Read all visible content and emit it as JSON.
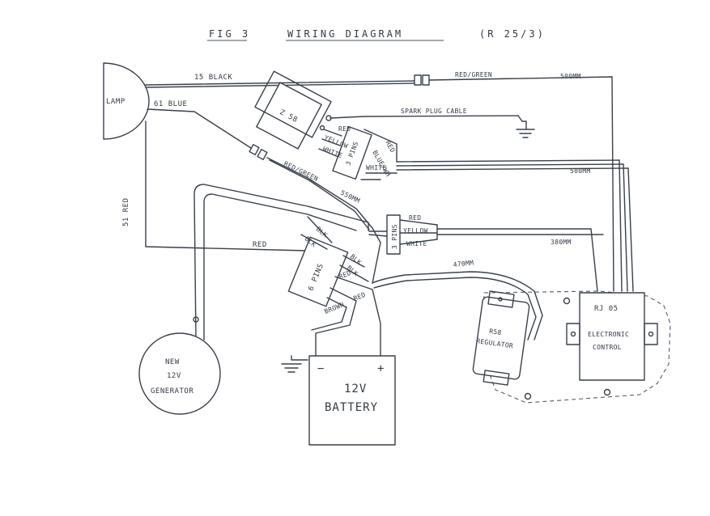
{
  "title": {
    "fig": "FIG 3",
    "main": "WIRING DIAGRAM",
    "model": "(R 25/3)"
  },
  "components": {
    "lamp": "LAMP",
    "z58": "Z 58",
    "generator": [
      "NEW",
      "12V",
      "GENERATOR"
    ],
    "battery": [
      "12V",
      "BATTERY"
    ],
    "battery_minus": "−",
    "battery_plus": "+",
    "regulator": [
      "R58",
      "REGULATOR"
    ],
    "control": [
      "RJ 05",
      "ELECTRONIC",
      "CONTROL"
    ],
    "conn_3pins_top": "3 PINS",
    "conn_3pins_mid": "3 PINS",
    "conn_6pins": "6 PINS"
  },
  "wires": {
    "black_15": "15 BLACK",
    "blue_61": "61 BLUE",
    "red_51": "51 RED",
    "red_green_top": "RED/GREEN",
    "len_500_top": "500MM",
    "spark_plug": "SPARK PLUG CABLE",
    "red_z58": "RED",
    "yellow_z58": "YELLOW",
    "white_z58": "WHITE",
    "red_3p": "RED",
    "blue_wh": "BLUE/WH",
    "white_3p": "WHITE",
    "len_500_mid": "500MM",
    "red_green_mid": "RED/GREEN",
    "len_550": "550MM",
    "red_mid": "RED",
    "yellow_mid": "YELLOW",
    "white_mid": "WHITE",
    "len_380": "380MM",
    "red_left": "RED",
    "blk_1": "BLK",
    "blk_2": "BLK",
    "blk_3": "BLK",
    "blk_4": "BLK",
    "red_6p": "RED",
    "red_6p_2": "RED",
    "brown": "BROWN",
    "len_470": "470MM"
  }
}
